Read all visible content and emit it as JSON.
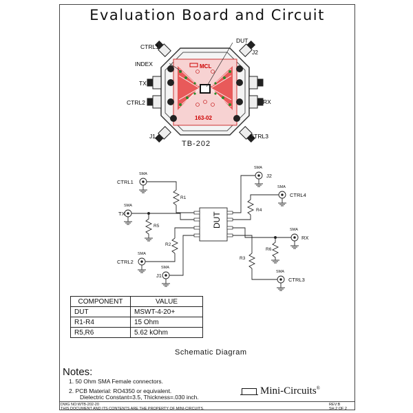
{
  "title": "Evaluation Board and Circuit",
  "board": {
    "label": "TB-202",
    "silkscreen": [
      "MCL",
      "163-02"
    ],
    "callouts": {
      "ctrl1": "CTRL1",
      "dut": "DUT",
      "j2": "J2",
      "index": "INDEX",
      "tx": "TX",
      "rx": "RX",
      "ctrl2": "CTRL2",
      "j1": "J1",
      "ctrl3": "CTRL3"
    }
  },
  "schematic": {
    "label": "Schematic Diagram",
    "chip": "DUT",
    "connector": "SMA",
    "ports": {
      "ctrl1": "CTRL1",
      "tx": "TX",
      "ctrl2": "CTRL2",
      "j1": "J1",
      "j2": "J2",
      "ctrl4": "CTRL4",
      "rx": "RX",
      "ctrl3": "CTRL3"
    },
    "resistors": [
      "R1",
      "R2",
      "R3",
      "R4",
      "R5",
      "R6"
    ]
  },
  "components": {
    "headers": [
      "COMPONENT",
      "VALUE"
    ],
    "rows": [
      [
        "DUT",
        "MSWT-4-20+"
      ],
      [
        "R1-R4",
        "15 Ohm"
      ],
      [
        "R5,R6",
        "5.62 kOhm"
      ]
    ]
  },
  "notes": {
    "title": "Notes:",
    "items": [
      "1. 50 Ohm SMA Female connectors.",
      "2. PCB Material: RO4350 or equivalent.",
      "Dielectric Constant=3.5, Thickness=.030 inch."
    ]
  },
  "brand": "Mini-Circuits",
  "brand_mark": "®",
  "footer": {
    "dwg": "DWG NO:WTB-202-20",
    "disclaimer": "THIS DOCUMENT AND ITS CONTENTS ARE THE PROPERTY OF MINI-CIRCUITS.",
    "rev": "REV:B",
    "sheet": "SH.2 OF 2"
  }
}
